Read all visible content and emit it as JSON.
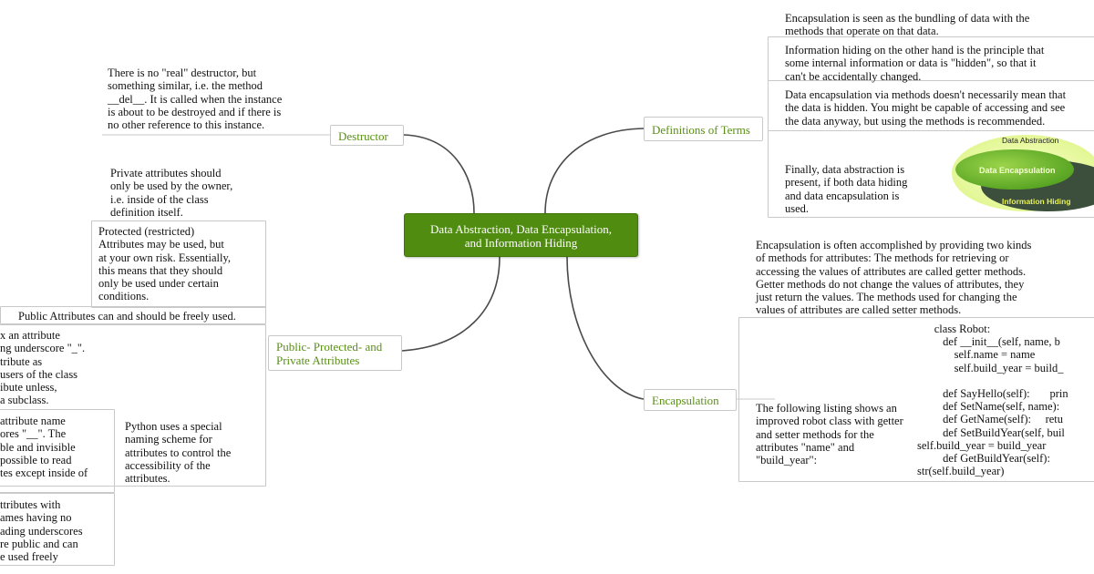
{
  "central_topic": "Data Abstraction, Data Encapsulation,\nand Information Hiding",
  "destructor": {
    "label": "Destructor",
    "note": " There is no \"real\" destructor, but\nsomething similar, i.e. the method\n__del__. It is called when the instance\nis about to be destroyed and if there is\nno other reference to this instance."
  },
  "access": {
    "label": "Public- Protected- and\nPrivate Attributes",
    "private_note": "Private attributes should\nonly be used by the owner,\ni.e. inside of the class\ndefinition itself.",
    "protected_note": "Protected (restricted)\nAttributes may be used, but\nat your own risk. Essentially,\nthis means that they should\nonly be used under certain\nconditions.",
    "public_note": "Public Attributes can and should be freely used.",
    "single_underscore_note": "x an attribute\nng underscore \"_\".\ntribute as\nusers of the class\nibute unless,\na subclass.",
    "double_underscore_note": "attribute name\nores \"__\". The\nble and invisible\npossible to read\ntes except inside of",
    "no_underscore_note": "ttributes with\names having no\nading underscores\nre public and can\ne used freely",
    "naming_note": "Python uses a special\nnaming scheme for\nattributes to control the\naccessibility of the\nattributes."
  },
  "definitions": {
    "label": "Definitions of Terms",
    "items": [
      "Encapsulation is seen as the bundling of data with the\nmethods that operate on that data.",
      "Information hiding on the other hand is the principle that\nsome internal information or data is \"hidden\", so that it\ncan't be accidentally changed.",
      " Data encapsulation via methods doesn't necessarily mean that\nthe data is hidden. You might be capable of accessing and see\nthe data anyway, but using the methods is recommended.",
      " Finally, data abstraction is\npresent, if both data hiding\nand data encapsulation is\nused."
    ],
    "venn": {
      "outer_label": "Data Abstraction",
      "left_label": "Data Encapsulation",
      "right_label": "Information Hiding"
    }
  },
  "encapsulation": {
    "label": "Encapsulation",
    "intro_note": "Encapsulation is often accomplished by providing two kinds\nof methods for attributes: The methods for retrieving or\naccessing the values of attributes are called getter methods.\nGetter methods do not change the values of attributes, they\njust return the values. The methods used for changing the\nvalues of attributes are called setter methods.",
    "listing_note": "The following listing shows an\nimproved robot class with getter\nand setter methods for the\nattributes \"name\" and\n\"build_year\":",
    "code": "      class Robot:\n         def __init__(self, name, b\n             self.name = name\n             self.build_year = build_\n\n         def SayHello(self):       prin\n         def SetName(self, name):\n         def GetName(self):     retu\n         def SetBuildYear(self, buil\nself.build_year = build_year\n         def GetBuildYear(self):\nstr(self.build_year)"
  }
}
